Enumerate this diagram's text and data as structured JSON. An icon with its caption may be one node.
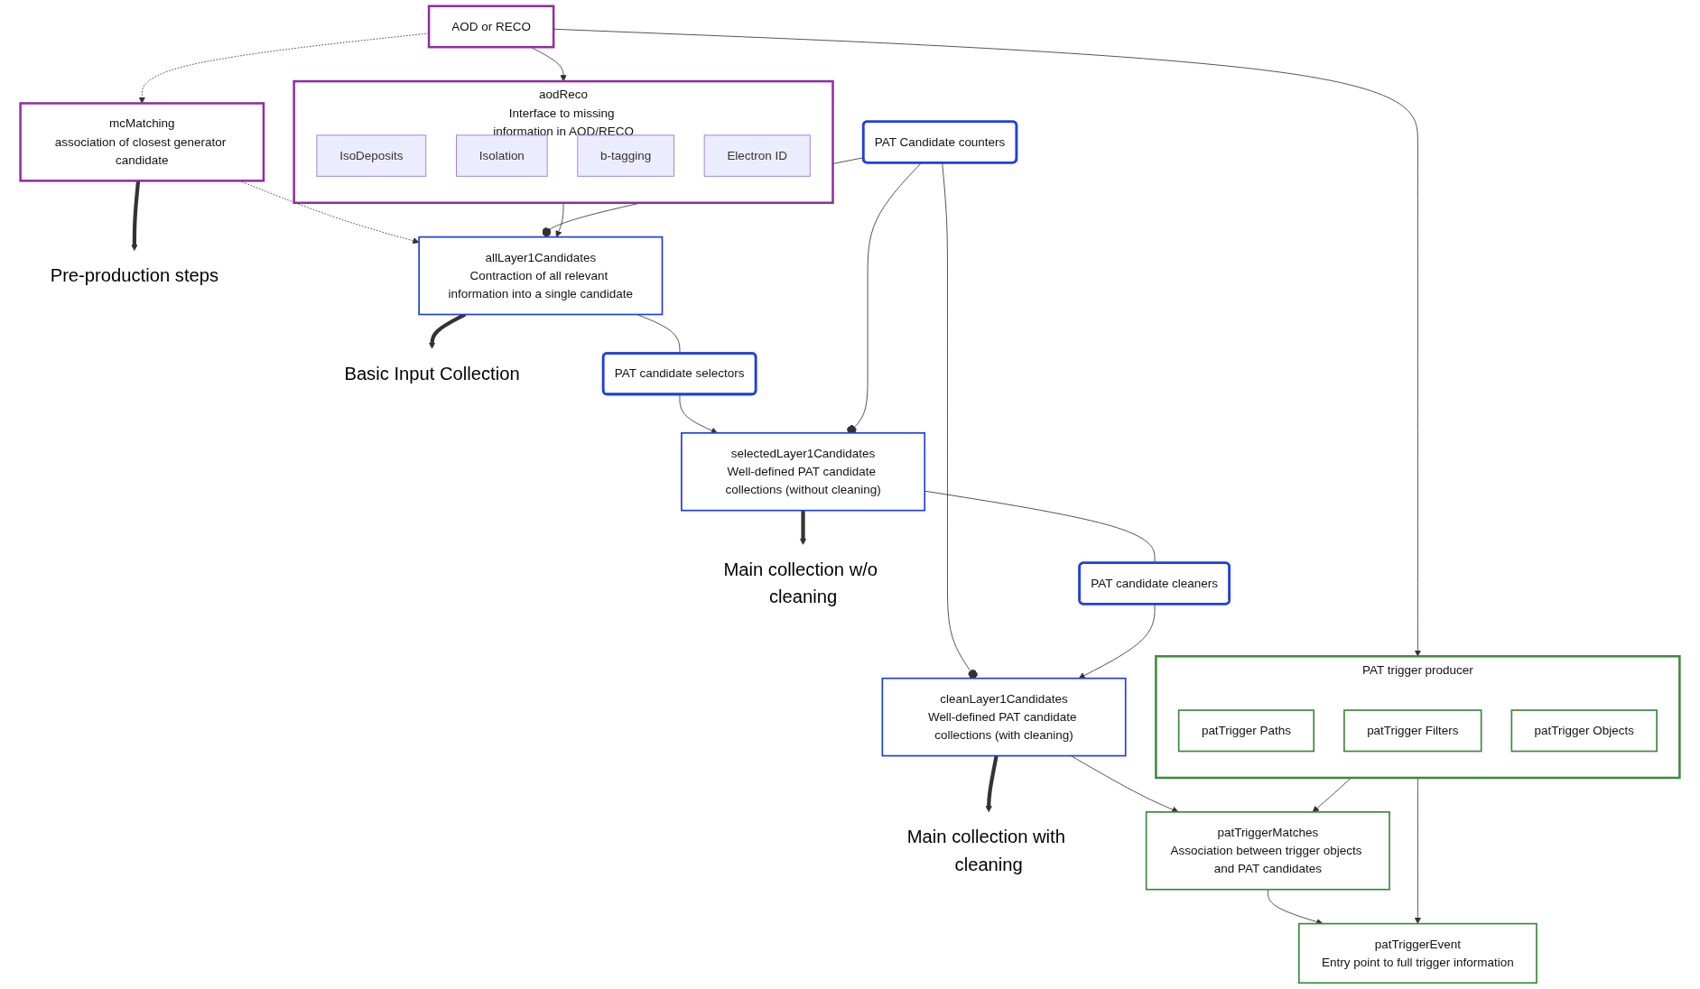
{
  "diagram": {
    "nodes": [
      {
        "text": [
          "AOD or RECO"
        ]
      },
      {
        "text": [
          "aodReco",
          "Interface to missing information in AOD/RECO"
        ]
      },
      {
        "text": [
          "IsoDeposits"
        ],
        "in": 1
      },
      {
        "text": [
          "Isolation"
        ],
        "in": 1
      },
      {
        "text": [
          "b-tagging"
        ],
        "in": 1
      },
      {
        "text": [
          "Electron ID"
        ],
        "in": 1
      },
      {
        "text": [
          "mcMatching",
          "association of closest generator candidate"
        ]
      },
      {
        "text": [
          "Pre-production steps"
        ]
      },
      {
        "text": [
          "PAT trigger producer"
        ]
      },
      {
        "text": [
          "patTrigger Paths"
        ],
        "in": 8
      },
      {
        "text": [
          "patTrigger Filters"
        ],
        "in": 8
      },
      {
        "text": [
          "patTrigger Objects"
        ],
        "in": 8
      },
      {
        "text": [
          "allLayer1Candidates",
          "Contraction of all relevant information into a single candidate"
        ]
      },
      {
        "text": [
          "Basic Input Collection"
        ]
      },
      {
        "text": [
          "PAT candidate selectors"
        ]
      },
      {
        "text": [
          "selectedLayer1Candidates",
          "Well-defined PAT candidate collections (without cleaning)"
        ]
      },
      {
        "text": [
          "Main collection w/o cleaning"
        ]
      },
      {
        "text": [
          "PAT Candidate counters"
        ]
      },
      {
        "text": [
          "PAT candidate cleaners"
        ]
      },
      {
        "text": [
          "cleanLayer1Candidates",
          "Well-defined PAT candidate collections (with cleaning)"
        ]
      },
      {
        "text": [
          "Main collection with cleaning"
        ]
      },
      {
        "text": [
          "patTriggerMatches",
          "Association between trigger objects and PAT candidates"
        ]
      },
      {
        "text": [
          "patTriggerEvent",
          "Entry point to full trigger information"
        ]
      }
    ],
    "edges": [
      {
        "from": 0,
        "to": 8,
        "arrow": "to"
      },
      {
        "from": 0,
        "to": 1,
        "arrow": "to"
      },
      {
        "from": 0,
        "to": 6,
        "arrow": "to",
        "style": "dashed"
      },
      {
        "from": 6,
        "to": 7,
        "arrow": "to",
        "style": "thick"
      },
      {
        "from": 1,
        "to": 12,
        "arrow": "to"
      },
      {
        "from": 6,
        "to": 12,
        "arrow": "to",
        "style": "dashed"
      },
      {
        "from": 12,
        "to": 13,
        "arrow": "to",
        "style": "thick"
      },
      {
        "from": 12,
        "to": 14,
        "arrow": "none"
      },
      {
        "from": 14,
        "to": 15,
        "arrow": "to"
      },
      {
        "from": 15,
        "to": 16,
        "arrow": "to",
        "style": "thick"
      },
      {
        "from": 12,
        "to": 17,
        "arrow": "other"
      },
      {
        "from": 15,
        "to": 17,
        "arrow": "other"
      },
      {
        "from": 19,
        "to": 17,
        "arrow": "other"
      },
      {
        "from": 15,
        "to": 18,
        "arrow": "none"
      },
      {
        "from": 18,
        "to": 19,
        "arrow": "to"
      },
      {
        "from": 19,
        "to": 20,
        "arrow": "to",
        "style": "thick"
      },
      {
        "from": 8,
        "to": 21,
        "arrow": "to"
      },
      {
        "from": 19,
        "to": 21,
        "arrow": "to"
      },
      {
        "from": 8,
        "to": 22,
        "arrow": "to"
      },
      {
        "from": 21,
        "to": 22,
        "arrow": "to"
      }
    ]
  }
}
